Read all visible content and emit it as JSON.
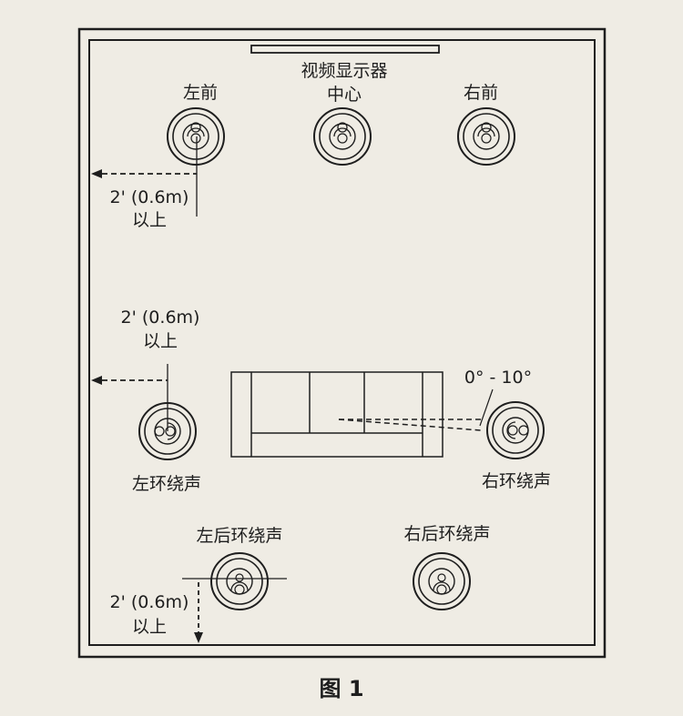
{
  "display": {
    "label": "视频显示器"
  },
  "speakers": {
    "front_left": "左前",
    "center": "中心",
    "front_right": "右前",
    "surround_left": "左环绕声",
    "surround_right": "右环绕声",
    "rear_left": "左后环绕声",
    "rear_right": "右后环绕声"
  },
  "distances": {
    "front": {
      "value": "2' (0.6m)",
      "suffix": "以上"
    },
    "side": {
      "value": "2' (0.6m)",
      "suffix": "以上"
    },
    "rear": {
      "value": "2' (0.6m)",
      "suffix": "以上"
    }
  },
  "angle": {
    "label": "0° - 10°"
  },
  "caption": "图 1",
  "colors": {
    "background": "#efece4",
    "ink": "#1e1e1e"
  }
}
